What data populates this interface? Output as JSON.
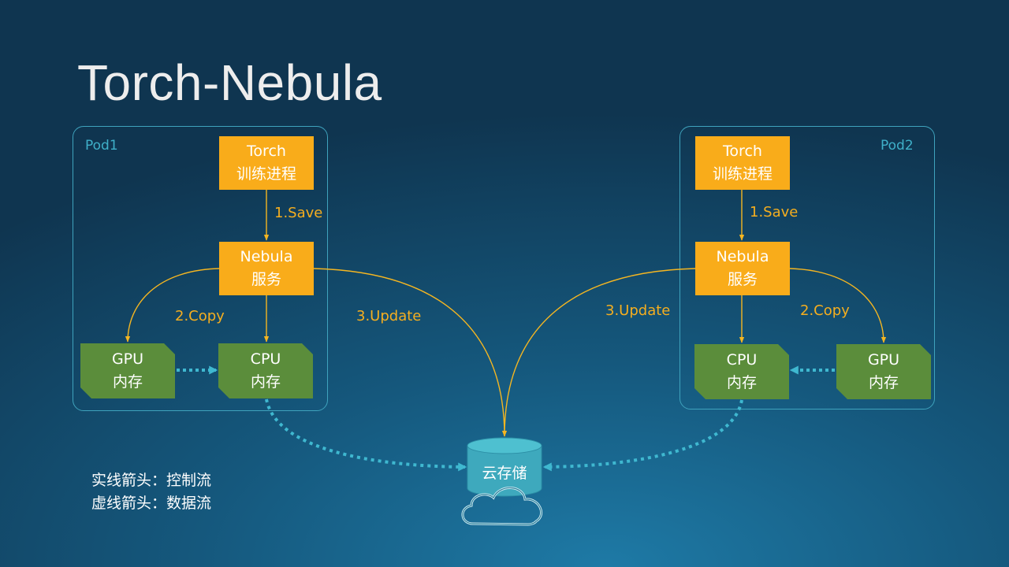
{
  "title": "Torch-Nebula",
  "pods": [
    {
      "label": "Pod1",
      "torch": {
        "line1": "Torch",
        "line2": "训练进程"
      },
      "nebula": {
        "line1": "Nebula",
        "line2": "服务"
      },
      "cpu": {
        "line1": "CPU",
        "line2": "内存"
      },
      "gpu": {
        "line1": "GPU",
        "line2": "内存"
      },
      "save_label": "1.Save",
      "copy_label": "2.Copy",
      "update_label": "3.Update"
    },
    {
      "label": "Pod2",
      "torch": {
        "line1": "Torch",
        "line2": "训练进程"
      },
      "nebula": {
        "line1": "Nebula",
        "line2": "服务"
      },
      "cpu": {
        "line1": "CPU",
        "line2": "内存"
      },
      "gpu": {
        "line1": "GPU",
        "line2": "内存"
      },
      "save_label": "1.Save",
      "copy_label": "2.Copy",
      "update_label": "3.Update"
    }
  ],
  "storage": {
    "label": "云存储"
  },
  "legend": {
    "solid": "实线箭头：控制流",
    "dashed": "虚线箭头：数据流"
  },
  "colors": {
    "control_arrow": "#f5b621",
    "data_arrow": "#3fb8d0",
    "orange_box": "#f9ac1a",
    "green_box": "#5b8d3b",
    "pod_border": "#3fa3bd",
    "storage": "#44aec0"
  }
}
